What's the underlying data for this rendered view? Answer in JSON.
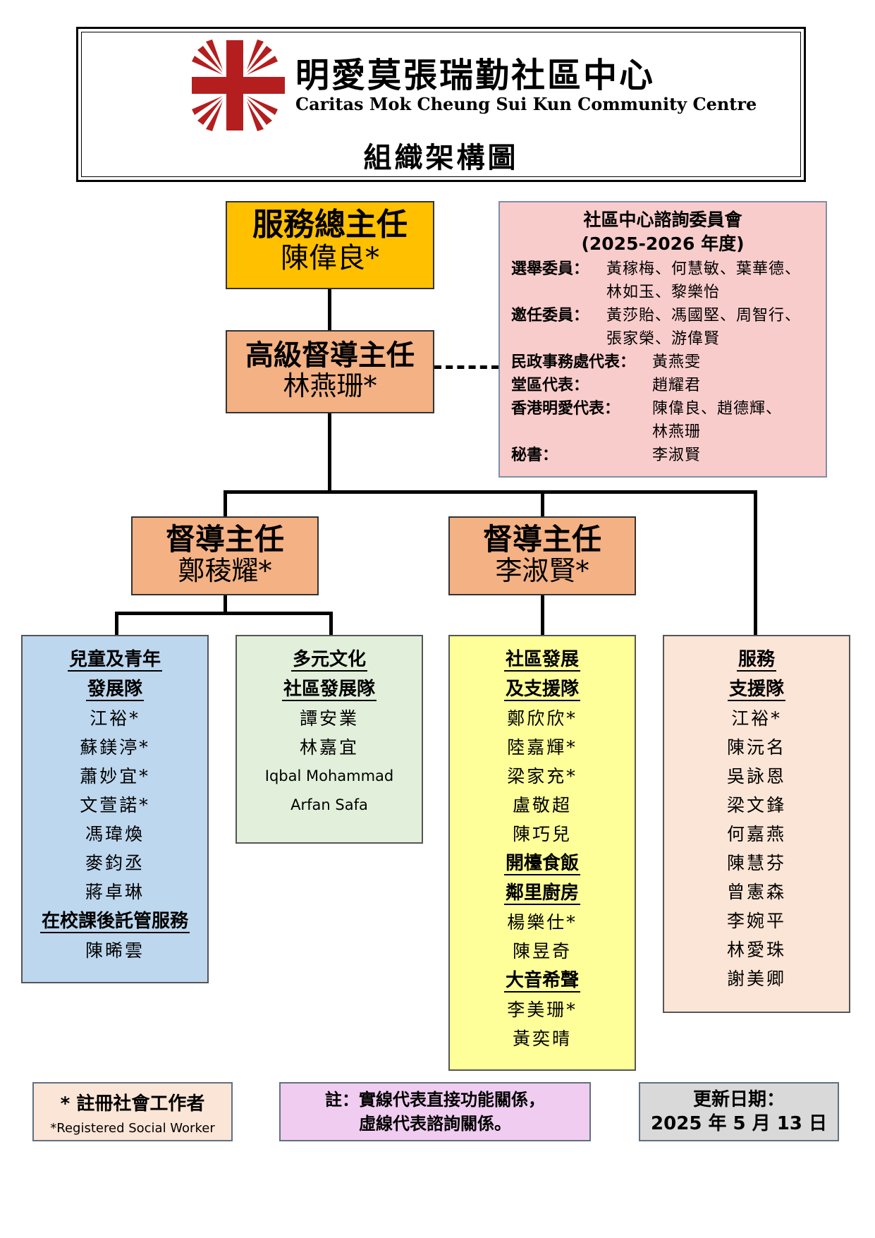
{
  "header": {
    "org_name_zh": "明愛莫張瑞勤社區中心",
    "org_name_en": "Caritas Mok Cheung Sui Kun Community Centre",
    "chart_title": "組織架構圖",
    "logo_color": "#b41e1e"
  },
  "director": {
    "role": "服務總主任",
    "name": "陳偉良*",
    "color": "#ffc000"
  },
  "senior_supervisor": {
    "role": "高級督導主任",
    "name": "林燕珊*",
    "color": "#f4b183"
  },
  "supervisors": [
    {
      "role": "督導主任",
      "name": "鄭稜耀*"
    },
    {
      "role": "督導主任",
      "name": "李淑賢*"
    }
  ],
  "committee": {
    "title": "社區中心諮詢委員會",
    "year": "(2025-2026 年度)",
    "rows": [
      {
        "label": "選舉委員：",
        "value": "黃稼梅、何慧敏、葉華德、"
      },
      {
        "label": "",
        "value": "林如玉、黎樂怡"
      },
      {
        "label": "邀任委員：",
        "value": "黃莎貽、馮國堅、周智行、"
      },
      {
        "label": "",
        "value": "張家榮、游偉賢"
      },
      {
        "label": "民政事務處代表：",
        "value": "黃燕雯"
      },
      {
        "label": "堂區代表：",
        "value": "趙耀君"
      },
      {
        "label": "香港明愛代表：",
        "value": "陳偉良、趙德輝、"
      },
      {
        "label": "",
        "value": "林燕珊"
      },
      {
        "label": "秘書：",
        "value": "李淑賢"
      }
    ],
    "color": "#f9cccc"
  },
  "teams": [
    {
      "color": "#bdd7ee",
      "items": [
        {
          "type": "heading",
          "text": "兒童及青年"
        },
        {
          "type": "heading",
          "text": "發展隊"
        },
        {
          "type": "member",
          "text": "江裕*"
        },
        {
          "type": "member",
          "text": "蘇鎂渟*"
        },
        {
          "type": "member",
          "text": "蕭妙宜*"
        },
        {
          "type": "member",
          "text": "文萱諾*"
        },
        {
          "type": "member",
          "text": "馮瑋煥"
        },
        {
          "type": "member",
          "text": "麥鈞丞"
        },
        {
          "type": "member",
          "text": "蔣卓琳"
        },
        {
          "type": "heading",
          "text": "在校課後託管服務"
        },
        {
          "type": "member",
          "text": "陳晞雲"
        }
      ]
    },
    {
      "color": "#e2efda",
      "items": [
        {
          "type": "heading",
          "text": "多元文化"
        },
        {
          "type": "heading",
          "text": "社區發展隊"
        },
        {
          "type": "member",
          "text": "譚安業"
        },
        {
          "type": "member",
          "text": "林嘉宜"
        },
        {
          "type": "member-latin",
          "text": "Iqbal Mohammad"
        },
        {
          "type": "member-latin",
          "text": "Arfan Safa"
        }
      ]
    },
    {
      "color": "#ffff99",
      "items": [
        {
          "type": "heading",
          "text": "社區發展"
        },
        {
          "type": "heading",
          "text": "及支援隊"
        },
        {
          "type": "member",
          "text": "鄭欣欣*"
        },
        {
          "type": "member",
          "text": "陸嘉輝*"
        },
        {
          "type": "member",
          "text": "梁家充*"
        },
        {
          "type": "member",
          "text": "盧敬超"
        },
        {
          "type": "member",
          "text": "陳巧兒"
        },
        {
          "type": "heading",
          "text": "開檯食飯"
        },
        {
          "type": "heading",
          "text": "鄰里廚房"
        },
        {
          "type": "member",
          "text": "楊樂仕*"
        },
        {
          "type": "member",
          "text": "陳昱奇"
        },
        {
          "type": "heading",
          "text": "大音希聲"
        },
        {
          "type": "member",
          "text": "李美珊*"
        },
        {
          "type": "member",
          "text": "黃奕晴"
        }
      ]
    },
    {
      "color": "#fbe5d6",
      "items": [
        {
          "type": "heading",
          "text": "服務"
        },
        {
          "type": "heading",
          "text": "支援隊"
        },
        {
          "type": "member",
          "text": "江裕*"
        },
        {
          "type": "member",
          "text": "陳沅名"
        },
        {
          "type": "member",
          "text": "吳詠恩"
        },
        {
          "type": "member",
          "text": "梁文鋒"
        },
        {
          "type": "member",
          "text": "何嘉燕"
        },
        {
          "type": "member",
          "text": "陳慧芬"
        },
        {
          "type": "member",
          "text": "曾憲森"
        },
        {
          "type": "member",
          "text": "李婉平"
        },
        {
          "type": "member",
          "text": "林愛珠"
        },
        {
          "type": "member",
          "text": "謝美卿"
        }
      ]
    }
  ],
  "footer": {
    "legend_zh": "* 註冊社會工作者",
    "legend_en": "*Registered Social Worker",
    "note_line1": "註：實線代表直接功能關係，",
    "note_line2": "虛線代表諮詢關係。",
    "updated_label": "更新日期：",
    "updated_date": "2025 年 5 月 13 日"
  }
}
